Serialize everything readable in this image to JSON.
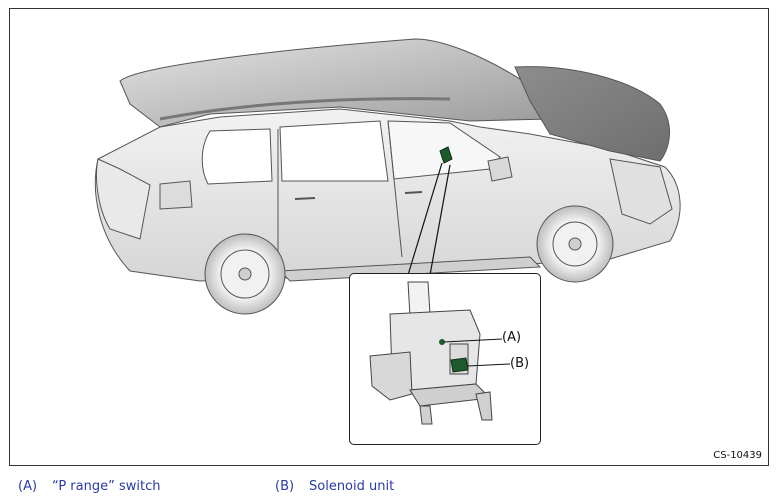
{
  "figure": {
    "id_label": "CS-10439",
    "callouts": [
      {
        "letter": "(A)"
      },
      {
        "letter": "(B)"
      }
    ]
  },
  "legend": [
    {
      "letter": "(A)",
      "text": "“P range” switch"
    },
    {
      "letter": "(B)",
      "text": "Solenoid unit"
    }
  ],
  "colors": {
    "highlight": "#1f5a2e",
    "legend_text": "#2a3aa8",
    "outline": "#222222"
  }
}
